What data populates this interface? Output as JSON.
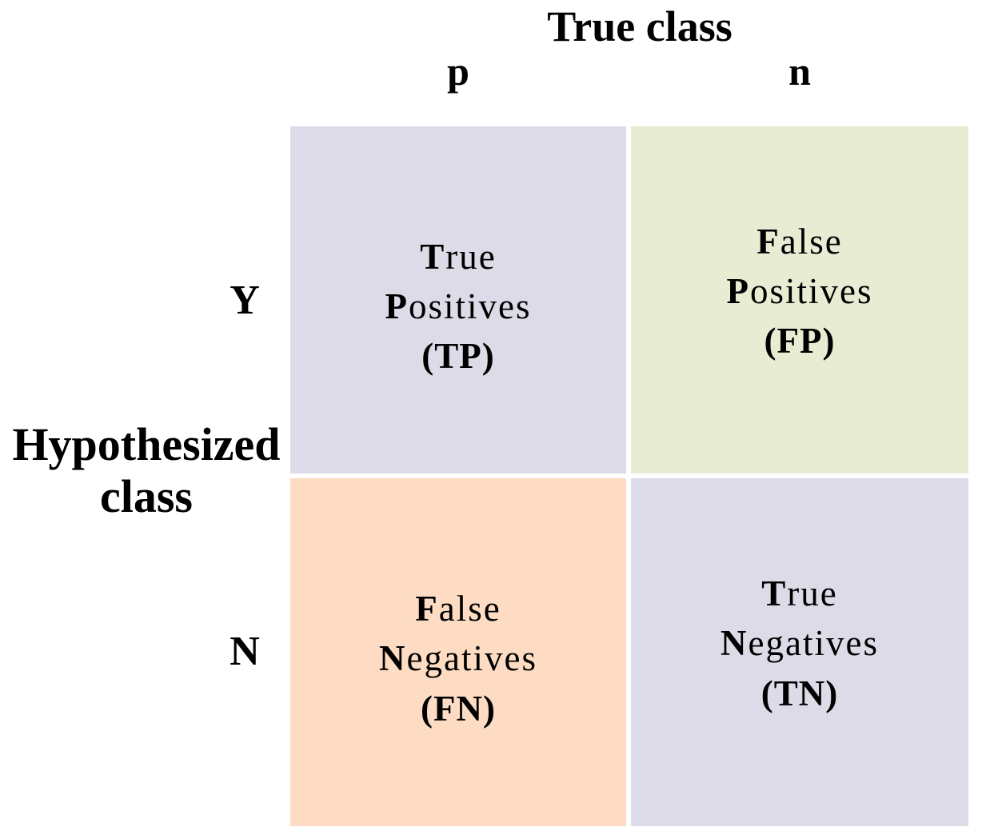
{
  "title": "True class",
  "column_labels": {
    "positive": "p",
    "negative": "n"
  },
  "row_labels": {
    "yes": "Y",
    "no": "N"
  },
  "row_axis": {
    "line1": "Hypothesized",
    "line2": "class"
  },
  "colors": {
    "lavender": "#dcdbe7",
    "green": "#e7ecd2",
    "peach": "#fddcc3"
  },
  "cells": {
    "tp": {
      "word1_initial": "T",
      "word1_rest": "rue",
      "word2_initial": "P",
      "word2_rest": "ositives",
      "abbr": "(TP)"
    },
    "fp": {
      "word1_initial": "F",
      "word1_rest": "alse",
      "word2_initial": "P",
      "word2_rest": "ositives",
      "abbr": "(FP)"
    },
    "fn": {
      "word1_initial": "F",
      "word1_rest": "alse",
      "word2_initial": "N",
      "word2_rest": "egatives",
      "abbr": "(FN)"
    },
    "tn": {
      "word1_initial": "T",
      "word1_rest": "rue",
      "word2_initial": "N",
      "word2_rest": "egatives",
      "abbr": "(TN)"
    }
  }
}
